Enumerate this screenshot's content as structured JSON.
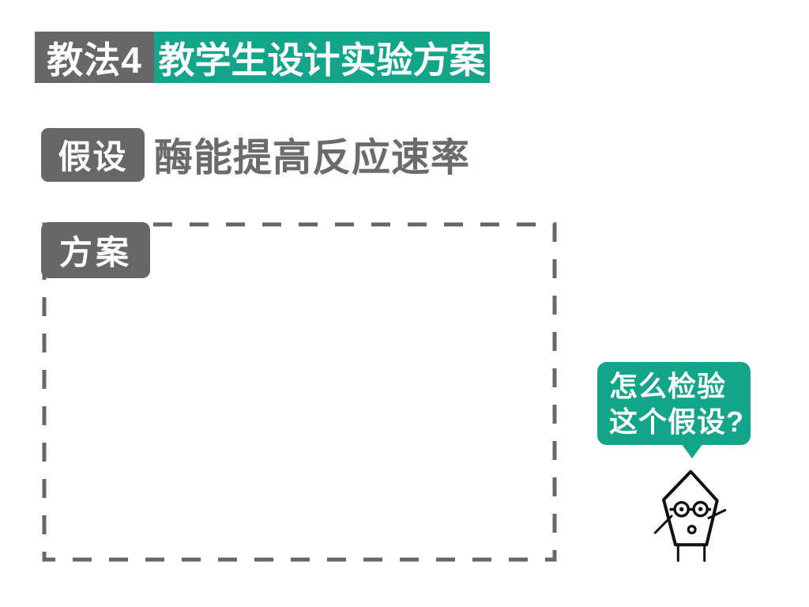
{
  "colors": {
    "teal": "#12a58a",
    "gray": "#676767",
    "text_gray": "#6b6b6b",
    "ink": "#111111",
    "background": "#ffffff"
  },
  "header": {
    "badge": "教法4",
    "title": "教学生设计实验方案"
  },
  "hypothesis": {
    "label": "假设",
    "text": "酶能提高反应速率"
  },
  "plan": {
    "label": "方案"
  },
  "speech_bubble": {
    "line1": "怎么检验",
    "line2": "这个假设?"
  },
  "mascot": {
    "icon": "pen-nib-character-icon"
  }
}
